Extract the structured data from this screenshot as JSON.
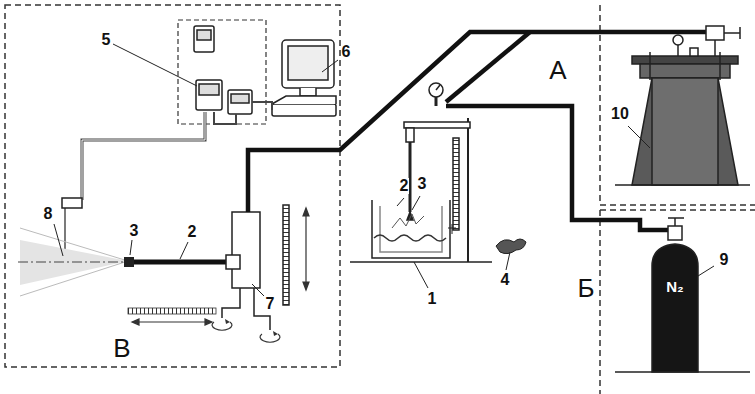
{
  "diagram": {
    "labels": [
      "5",
      "6",
      "8",
      "3",
      "2",
      "7",
      "В",
      "А",
      "10",
      "2",
      "3",
      "1",
      "4",
      "Б",
      "9",
      "N₂"
    ]
  }
}
